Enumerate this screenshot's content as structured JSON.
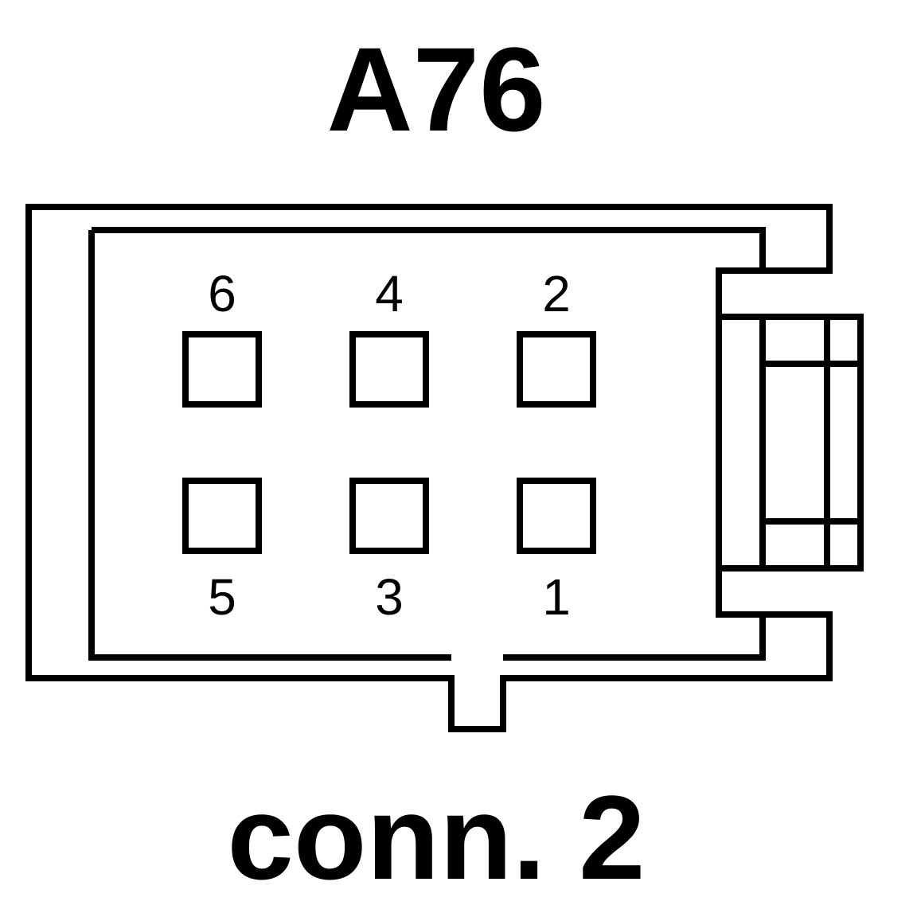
{
  "diagram": {
    "title": "A76",
    "caption": "conn. 2",
    "pins": [
      {
        "label": "6"
      },
      {
        "label": "4"
      },
      {
        "label": "2"
      },
      {
        "label": "5"
      },
      {
        "label": "3"
      },
      {
        "label": "1"
      }
    ],
    "colors": {
      "line": "#000000",
      "background": "#ffffff"
    }
  }
}
